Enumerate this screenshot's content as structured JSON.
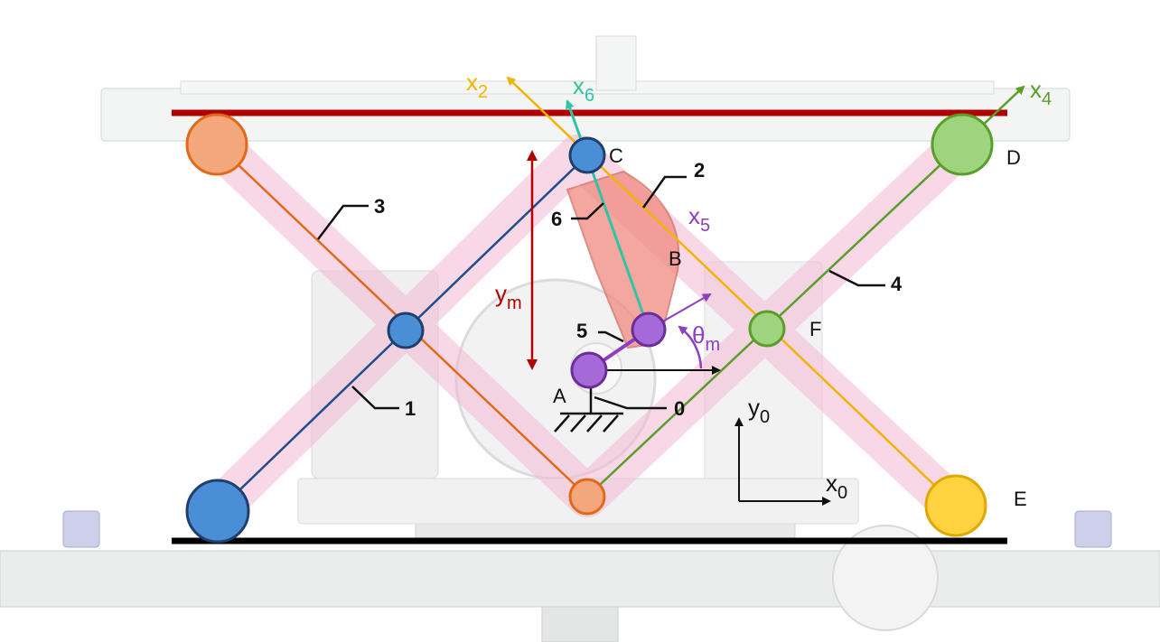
{
  "diagram": {
    "colors": {
      "link1": "#1f4e8c",
      "link3": "#e06a1a",
      "link4": "#5a9e2a",
      "link2": "#f2b400",
      "link6": "#2fc4a4",
      "link5": "#8e3fc0",
      "top_plate": "#b00000",
      "ground": "#000000",
      "ym_arrow": "#b00000",
      "scissor_arm": "#f4b8d4",
      "actuator": "#f08a80"
    },
    "joint_labels": {
      "A": "A",
      "B": "B",
      "C": "C",
      "D": "D",
      "E": "E",
      "F": "F"
    },
    "link_numbers": {
      "n0": "0",
      "n1": "1",
      "n2": "2",
      "n3": "3",
      "n4": "4",
      "n5": "5",
      "n6": "6"
    },
    "axis_labels": {
      "x0": {
        "main": "x",
        "sub": "0"
      },
      "y0": {
        "main": "y",
        "sub": "0"
      },
      "x2": {
        "main": "x",
        "sub": "2"
      },
      "x4": {
        "main": "x",
        "sub": "4"
      },
      "x5": {
        "main": "x",
        "sub": "5"
      },
      "x6": {
        "main": "x",
        "sub": "6"
      },
      "ym": {
        "main": "y",
        "sub": "m"
      },
      "theta_m": {
        "main": "θ",
        "sub": "m"
      }
    }
  }
}
